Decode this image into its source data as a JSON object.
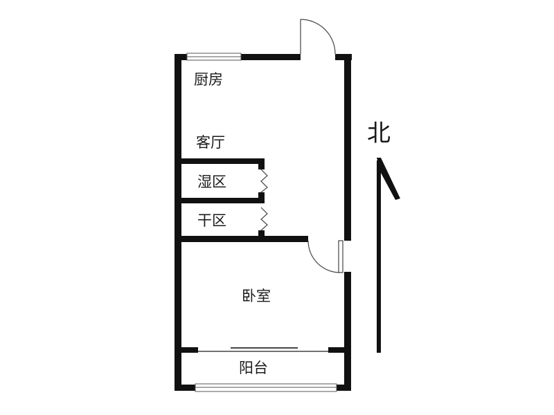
{
  "rooms": {
    "kitchen": "厨房",
    "living_room": "客厅",
    "wet_area": "湿区",
    "dry_area": "干区",
    "bedroom": "卧室",
    "balcony": "阳台"
  },
  "compass": {
    "north_label": "北",
    "icon": "north-arrow-icon"
  },
  "colors": {
    "wall": "#111111",
    "line": "#555555",
    "background": "#ffffff"
  }
}
